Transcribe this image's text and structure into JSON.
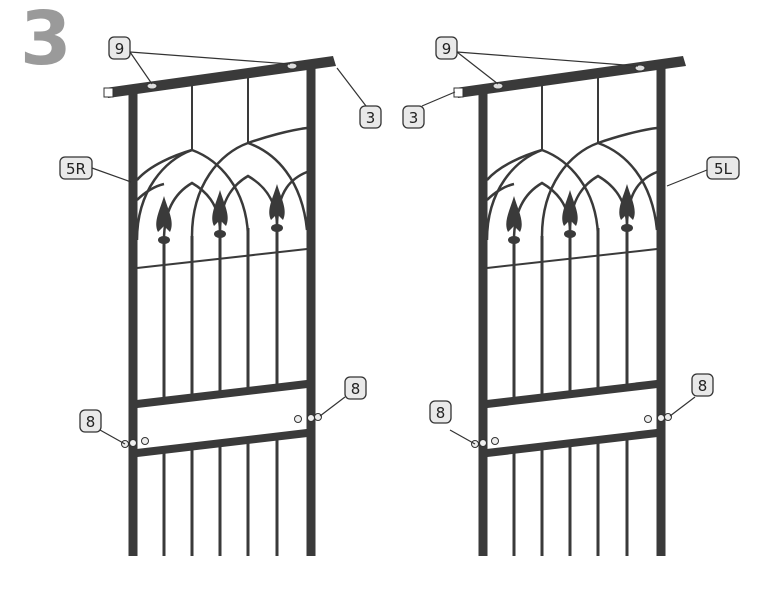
{
  "step": "3",
  "left_panel": {
    "callouts": {
      "bolt": "9",
      "bar": "3",
      "post": "5R",
      "nut_left": "8",
      "nut_right": "8"
    }
  },
  "right_panel": {
    "callouts": {
      "bolt": "9",
      "bar": "3",
      "post": "5L",
      "nut_left": "8",
      "nut_right": "8"
    }
  },
  "colors": {
    "metal": "#3a3a3a",
    "tag_fill": "#e9e9e9",
    "step_gray": "#9a9a9a"
  }
}
